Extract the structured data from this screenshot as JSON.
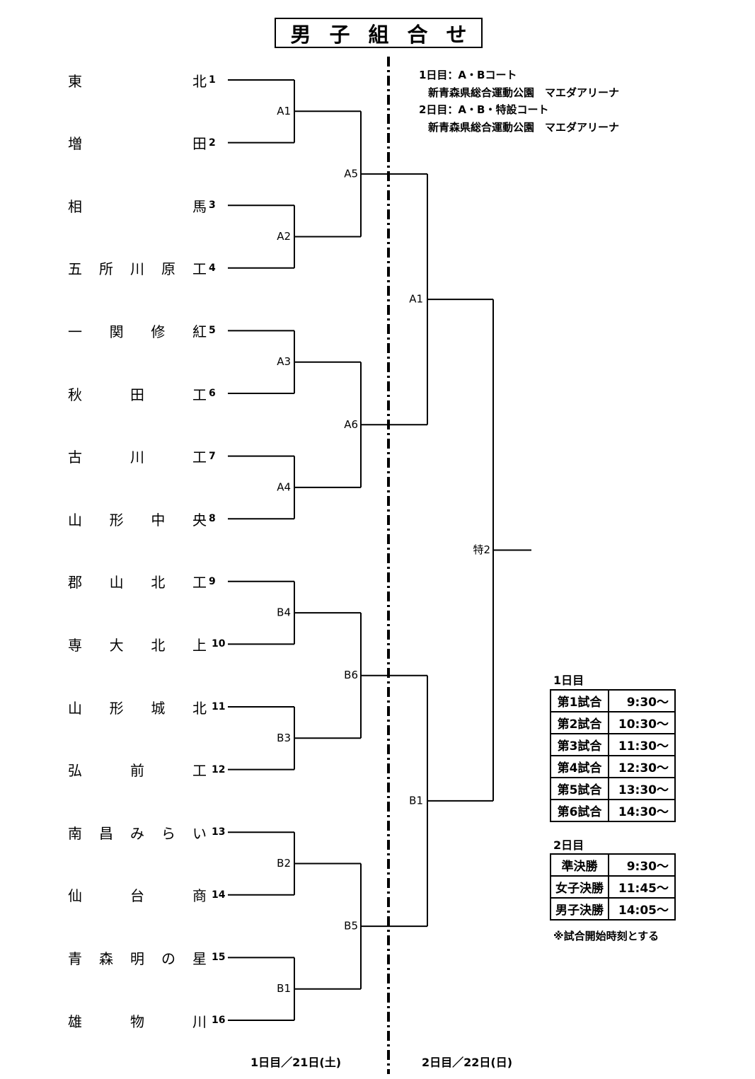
{
  "title": "男子組合せ",
  "venue_info": {
    "day1_courts": "1日目：A・Bコート",
    "day1_venue": "新青森県総合運動公園　マエダアリーナ",
    "day2_courts": "2日目：A・B・特設コート",
    "day2_venue": "新青森県総合運動公園　マエダアリーナ"
  },
  "teams": [
    {
      "number": "1",
      "chars": [
        "東",
        "北"
      ]
    },
    {
      "number": "2",
      "chars": [
        "増",
        "田"
      ]
    },
    {
      "number": "3",
      "chars": [
        "相",
        "馬"
      ]
    },
    {
      "number": "4",
      "chars": [
        "五",
        "所",
        "川",
        "原",
        "工"
      ]
    },
    {
      "number": "5",
      "chars": [
        "一",
        "関",
        "修",
        "紅"
      ]
    },
    {
      "number": "6",
      "chars": [
        "秋",
        "田",
        "工"
      ]
    },
    {
      "number": "7",
      "chars": [
        "古",
        "川",
        "工"
      ]
    },
    {
      "number": "8",
      "chars": [
        "山",
        "形",
        "中",
        "央"
      ]
    },
    {
      "number": "9",
      "chars": [
        "郡",
        "山",
        "北",
        "工"
      ]
    },
    {
      "number": "10",
      "chars": [
        "専",
        "大",
        "北",
        "上"
      ]
    },
    {
      "number": "11",
      "chars": [
        "山",
        "形",
        "城",
        "北"
      ]
    },
    {
      "number": "12",
      "chars": [
        "弘",
        "前",
        "工"
      ]
    },
    {
      "number": "13",
      "chars": [
        "南",
        "昌",
        "み",
        "ら",
        "い"
      ]
    },
    {
      "number": "14",
      "chars": [
        "仙",
        "台",
        "商"
      ]
    },
    {
      "number": "15",
      "chars": [
        "青",
        "森",
        "明",
        "の",
        "星"
      ]
    },
    {
      "number": "16",
      "chars": [
        "雄",
        "物",
        "川"
      ]
    }
  ],
  "matches": {
    "round1": [
      "A1",
      "A2",
      "A3",
      "A4",
      "B4",
      "B3",
      "B2",
      "B1"
    ],
    "round2": [
      "A5",
      "A6",
      "B6",
      "B5"
    ],
    "semifinal": [
      "A1",
      "B1"
    ],
    "final": "特2"
  },
  "schedule": {
    "day1_title": "1日目",
    "day1": [
      {
        "slot": "第1試合",
        "time": "9:30〜"
      },
      {
        "slot": "第2試合",
        "time": "10:30〜"
      },
      {
        "slot": "第3試合",
        "time": "11:30〜"
      },
      {
        "slot": "第4試合",
        "time": "12:30〜"
      },
      {
        "slot": "第5試合",
        "time": "13:30〜"
      },
      {
        "slot": "第6試合",
        "time": "14:30〜"
      }
    ],
    "day2_title": "2日目",
    "day2": [
      {
        "slot": "準決勝",
        "time": "9:30〜"
      },
      {
        "slot": "女子決勝",
        "time": "11:45〜"
      },
      {
        "slot": "男子決勝",
        "time": "14:05〜"
      }
    ],
    "note": "※試合開始時刻とする"
  },
  "day_labels": {
    "left": "1日目／21日(土)",
    "right": "2日目／22日(日)"
  }
}
